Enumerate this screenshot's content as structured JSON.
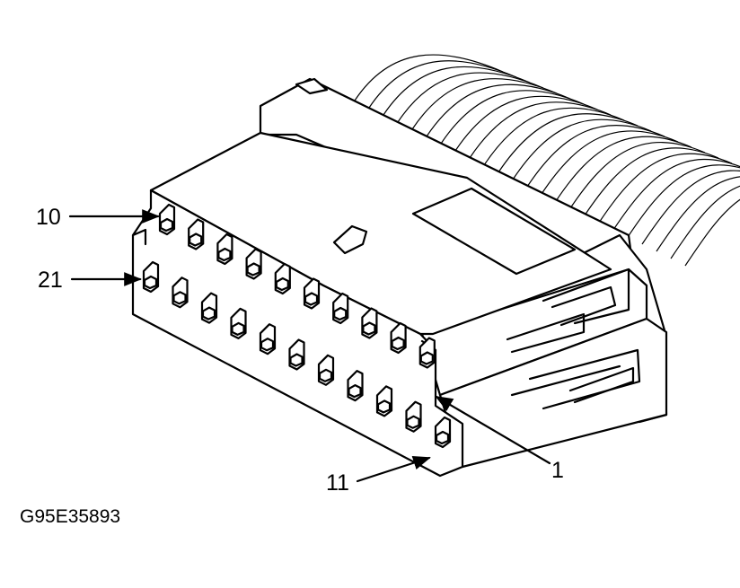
{
  "diagram": {
    "caption": "G95E35893",
    "callouts": {
      "pin_10": "10",
      "pin_21": "21",
      "pin_1": "1",
      "pin_11": "11"
    },
    "colors": {
      "line": "#000000",
      "background": "#ffffff"
    }
  }
}
